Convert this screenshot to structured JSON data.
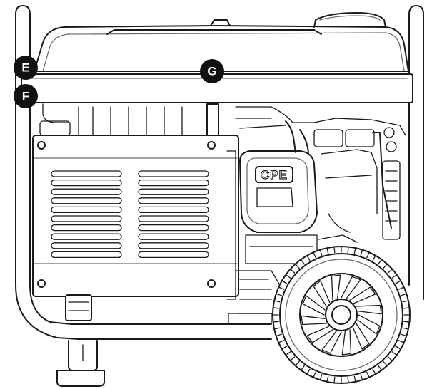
{
  "logo": {
    "text": "CPE"
  },
  "callouts": [
    {
      "id": "E",
      "label": "E"
    },
    {
      "id": "F",
      "label": "F"
    },
    {
      "id": "G",
      "label": "G"
    }
  ]
}
